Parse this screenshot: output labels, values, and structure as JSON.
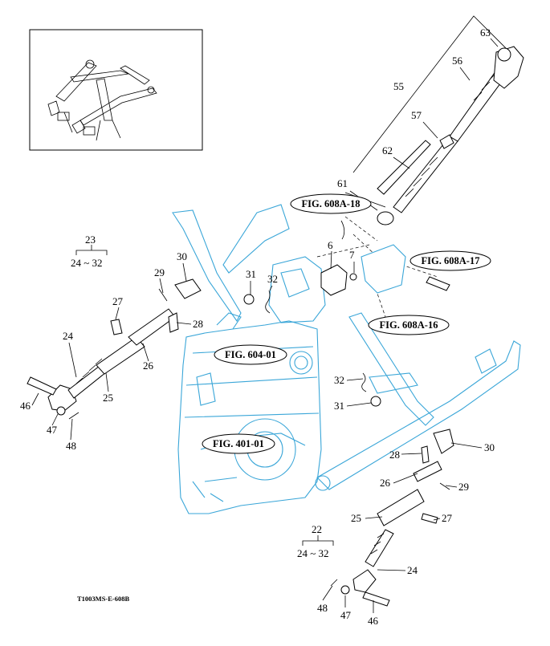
{
  "footer_code": "T1003MS-E-608B",
  "callouts": {
    "c63": "63",
    "c56": "56",
    "c55": "55",
    "c57": "57",
    "c62": "62",
    "c61": "61",
    "c6": "6",
    "c7": "7",
    "c23": "23",
    "c23r": "24 ~ 32",
    "c29a": "29",
    "c30a": "30",
    "c31a": "31",
    "c32a": "32",
    "c27a": "27",
    "c28a": "28",
    "c24a": "24",
    "c26a": "26",
    "c25a": "25",
    "c46a": "46",
    "c47a": "47",
    "c48a": "48",
    "c32b": "32",
    "c31b": "31",
    "c30b": "30",
    "c28b": "28",
    "c29b": "29",
    "c26b": "26",
    "c25b": "25",
    "c27b": "27",
    "c22": "22",
    "c22r": "24 ~ 32",
    "c24b": "24",
    "c48b": "48",
    "c47b": "47",
    "c46b": "46"
  },
  "figure_refs": {
    "f18": "FIG. 608A-18",
    "f17": "FIG. 608A-17",
    "f16": "FIG. 608A-16",
    "f604": "FIG. 604-01",
    "f401": "FIG. 401-01"
  }
}
